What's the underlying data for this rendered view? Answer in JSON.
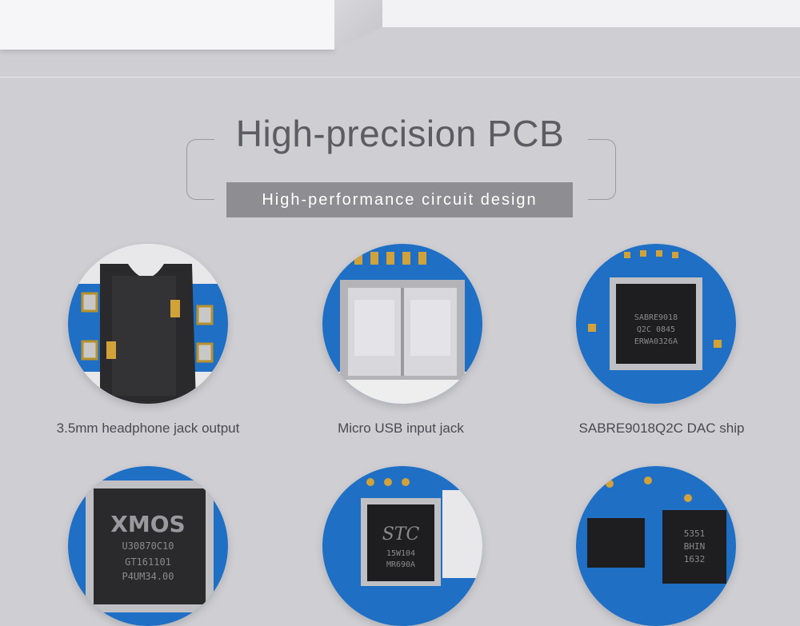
{
  "header": {
    "title": "High-precision PCB",
    "subtitle": "High-performance circuit design"
  },
  "features": [
    {
      "caption": "3.5mm headphone jack output",
      "icon": "headphone-jack-photo"
    },
    {
      "caption": "Micro USB input jack",
      "icon": "micro-usb-photo"
    },
    {
      "caption": "SABRE9018Q2C DAC ship",
      "icon": "dac-chip-photo",
      "chip_text": [
        "SABRE9018",
        "Q2C 0845",
        "ERWA0326A"
      ]
    },
    {
      "caption": "",
      "icon": "xmos-chip-photo",
      "chip_text": [
        "XMOS",
        "U30870C10",
        "GT161101",
        "P4UM34.00"
      ]
    },
    {
      "caption": "",
      "icon": "stc-chip-photo",
      "chip_text": [
        "STC",
        "15W104",
        "MR690A"
      ]
    },
    {
      "caption": "",
      "icon": "power-chips-photo",
      "chip_text": [
        "5351",
        "BHIN",
        "1632"
      ]
    }
  ],
  "colors": {
    "background": "#cfced3",
    "heading": "#5c5c62",
    "subtitle_bar": "#8e8d91",
    "pcb_blue": "#1f6fc4"
  }
}
